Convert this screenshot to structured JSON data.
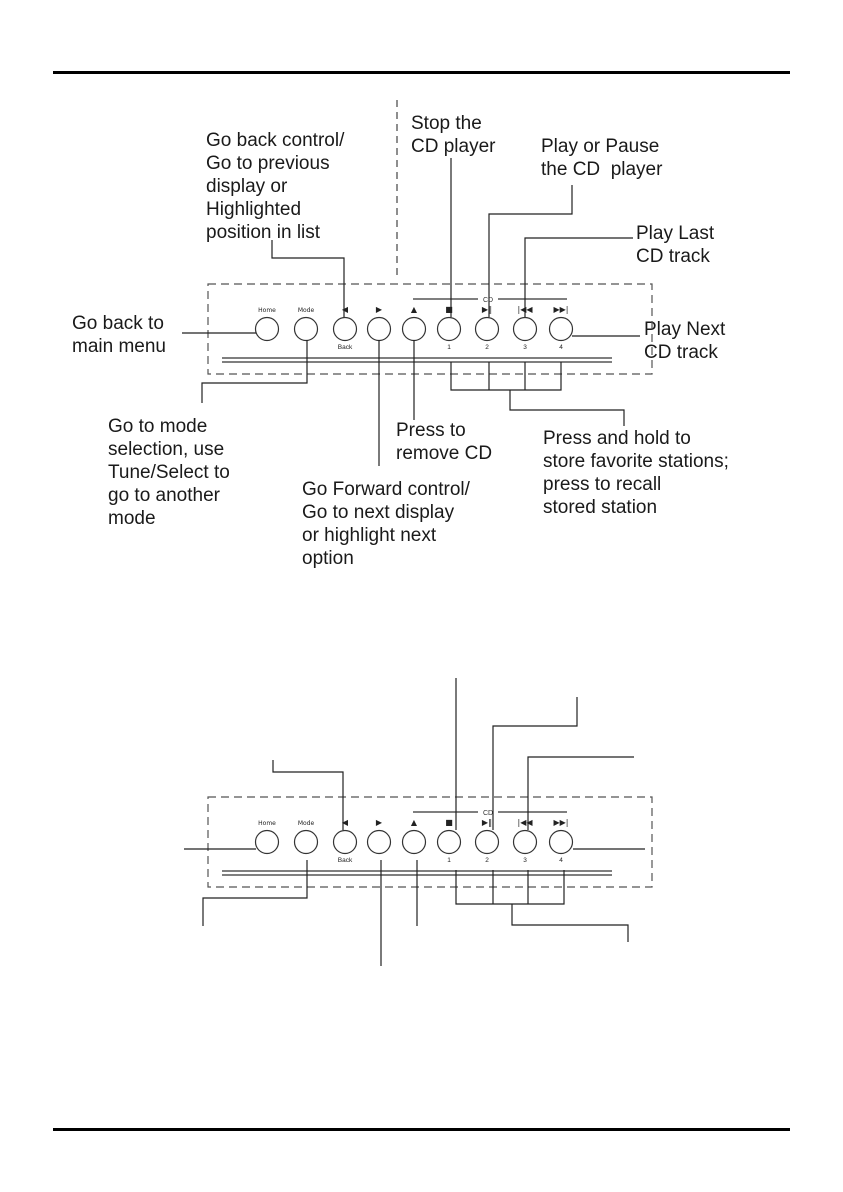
{
  "panel": {
    "cd_label": "CD",
    "buttons": [
      {
        "id": "home",
        "top_label": "Home",
        "icon": "",
        "number": ""
      },
      {
        "id": "mode",
        "top_label": "Mode",
        "icon": "",
        "number": ""
      },
      {
        "id": "back",
        "top_label": "◀",
        "icon": "back-arrow-icon",
        "number": "Back"
      },
      {
        "id": "forward",
        "top_label": "▶",
        "icon": "forward-arrow-icon",
        "number": ""
      },
      {
        "id": "eject",
        "top_label": "▲",
        "icon": "eject-icon",
        "number": ""
      },
      {
        "id": "stop",
        "top_label": "■",
        "icon": "stop-icon",
        "number": "1"
      },
      {
        "id": "play-pause",
        "top_label": "▶‖",
        "icon": "play-pause-icon",
        "number": "2"
      },
      {
        "id": "prev-track",
        "top_label": "|◀◀",
        "icon": "previous-track-icon",
        "number": "3"
      },
      {
        "id": "next-track",
        "top_label": "▶▶|",
        "icon": "next-track-icon",
        "number": "4"
      }
    ]
  },
  "callouts": {
    "go_back_control": "Go back control/\nGo to previous\ndisplay or\nHighlighted\nposition in list",
    "stop_cd": "Stop the\nCD player",
    "play_pause_cd": "Play or Pause\nthe CD  player",
    "play_last": "Play Last\nCD track",
    "go_back_main": "Go back to\nmain menu",
    "play_next": "Play Next\nCD track",
    "go_to_mode": "Go to mode\nselection, use\nTune/Select to\ngo to another\nmode",
    "press_remove": "Press to\nremove CD",
    "press_hold": "Press and hold to\nstore favorite stations;\npress to recall\nstored station",
    "go_forward": "Go Forward control/\nGo to next display\nor highlight next\noption"
  }
}
